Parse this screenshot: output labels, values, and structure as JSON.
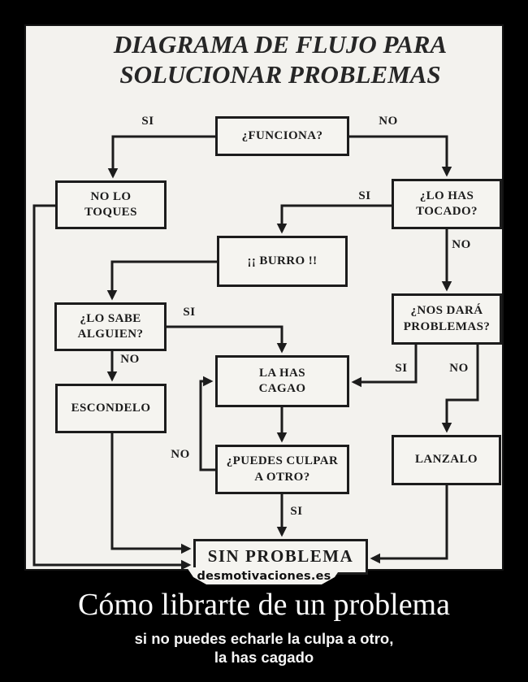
{
  "meme": {
    "watermark": "desmotivaciones.es",
    "caption": "Cómo librarte de un problema",
    "subtitle_line1": "si no puedes echarle la culpa a otro,",
    "subtitle_line2": "la has cagado"
  },
  "flowchart": {
    "title_line1": "DIAGRAMA DE FLUJO PARA",
    "title_line2": "SOLUCIONAR PROBLEMAS",
    "nodes": {
      "funciona": {
        "label": "¿FUNCIONA?"
      },
      "no_lo_toques": {
        "label": "NO LO\nTOQUES"
      },
      "lo_has_tocado": {
        "label": "¿LO HAS\nTOCADO?"
      },
      "burro": {
        "label": "¡¡ BURRO !!"
      },
      "lo_sabe_alguien": {
        "label": "¿LO SABE\nALGUIEN?"
      },
      "nos_dara_problemas": {
        "label": "¿NOS DARÁ\nPROBLEMAS?"
      },
      "la_has_cagao": {
        "label": "LA HAS\nCAGAO"
      },
      "escondelo": {
        "label": "ESCONDELO"
      },
      "lanzalo": {
        "label": "LANZALO"
      },
      "puedes_culpar": {
        "label": "¿PUEDES CULPAR\nA OTRO?"
      },
      "sin_problema": {
        "label": "SIN PROBLEMA"
      }
    },
    "edge_labels": {
      "funciona_si": "SI",
      "funciona_no": "NO",
      "tocado_si": "SI",
      "tocado_no": "NO",
      "sabe_si": "SI",
      "sabe_no": "NO",
      "nos_dara_si": "SI",
      "nos_dara_no": "NO",
      "culpar_no": "NO",
      "culpar_si": "SI"
    },
    "colors": {
      "background": "#000000",
      "paper": "#f3f2ee",
      "ink": "#1c1c1c",
      "caption_text": "#fdfdfd"
    }
  }
}
